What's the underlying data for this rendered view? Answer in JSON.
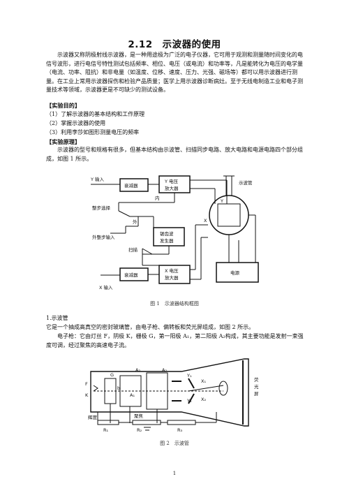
{
  "title": "2.12　示波器的使用",
  "intro": "示波器又称阴极射线示波器，是一种用途极为广泛的电子仪器，它可用于观测和测量随时间变化的电信号波形，进行电信号特性测试包括频率、相位、电压（或电流）和功率等，凡是能转化为电压的电学量（电流、功率、阻抗）和非电量（如温度、位移、速度、压力、光强、磁场等）都可以用示波器进行测量。在工业上常用示波器探伤和检验产品质量；医学上用示波器诊断病灶。至于无线电制造工业和电子测量技术等领域，示波器更是不可缺少的测试设备。",
  "purpose_heading": "【实验目的】",
  "purposes": [
    "（1）了解示波器的基本结构和工作原理",
    "（2）掌握示波器的使用",
    "（3）利用李莎如图形测量电压的频率"
  ],
  "principle_heading": "【实验原理】",
  "principle_text": "示波器的型号和规格有很多，但基本结构由示波管、扫描同步电路、放大电路和电源电路四个部分组成，如图 1 所示。",
  "fig1": {
    "caption": "图 1　示波器结构框图",
    "y_input": "Y 输入",
    "x_input": "X 输入",
    "attenuator": "衰减器",
    "y_amp_1": "Y 电压",
    "y_amp_2": "放大器",
    "x_amp_1": "X 电压",
    "x_amp_2": "放大器",
    "sweep_1": "锯齿波",
    "sweep_2": "发生器",
    "power": "电源",
    "tube": "示波管",
    "sync": "整步选择",
    "inner": "内",
    "outer": "外",
    "ext_sync": "外整步输入",
    "scan": "扫描",
    "y_label": "Y",
    "x_label": "X"
  },
  "section1": "1.示波管",
  "tube_text": "它是一个抽成高真空的密封玻璃管，由电子枪、偏转板和荧光屏组成，如图 2 所示。",
  "gun_text": "电子枪：它由灯丝 F，阴极 K，栅极 G，第一阳极 A₁，第二阳极 A₂构成，其主要功能是发射一束强度可调，经过聚焦的高速电子流。",
  "fig2": {
    "caption": "图 2　示波管",
    "screen_1": "荧",
    "screen_2": "光",
    "screen_3": "屏",
    "brightness": "辉度",
    "focus": "聚焦",
    "label_F": "F",
    "label_K": "K",
    "label_G": "G",
    "label_b": "b",
    "label_A1": "A₁",
    "label_A2": "A₂",
    "label_A2b": "A₂",
    "label_Y1": "Y₁",
    "label_Y2": "Y₂",
    "label_X1": "X₁",
    "label_X2": "X₂",
    "label_R1": "R₁",
    "label_R2": "R₂",
    "label_R3": "R₃"
  },
  "page_number": "1"
}
